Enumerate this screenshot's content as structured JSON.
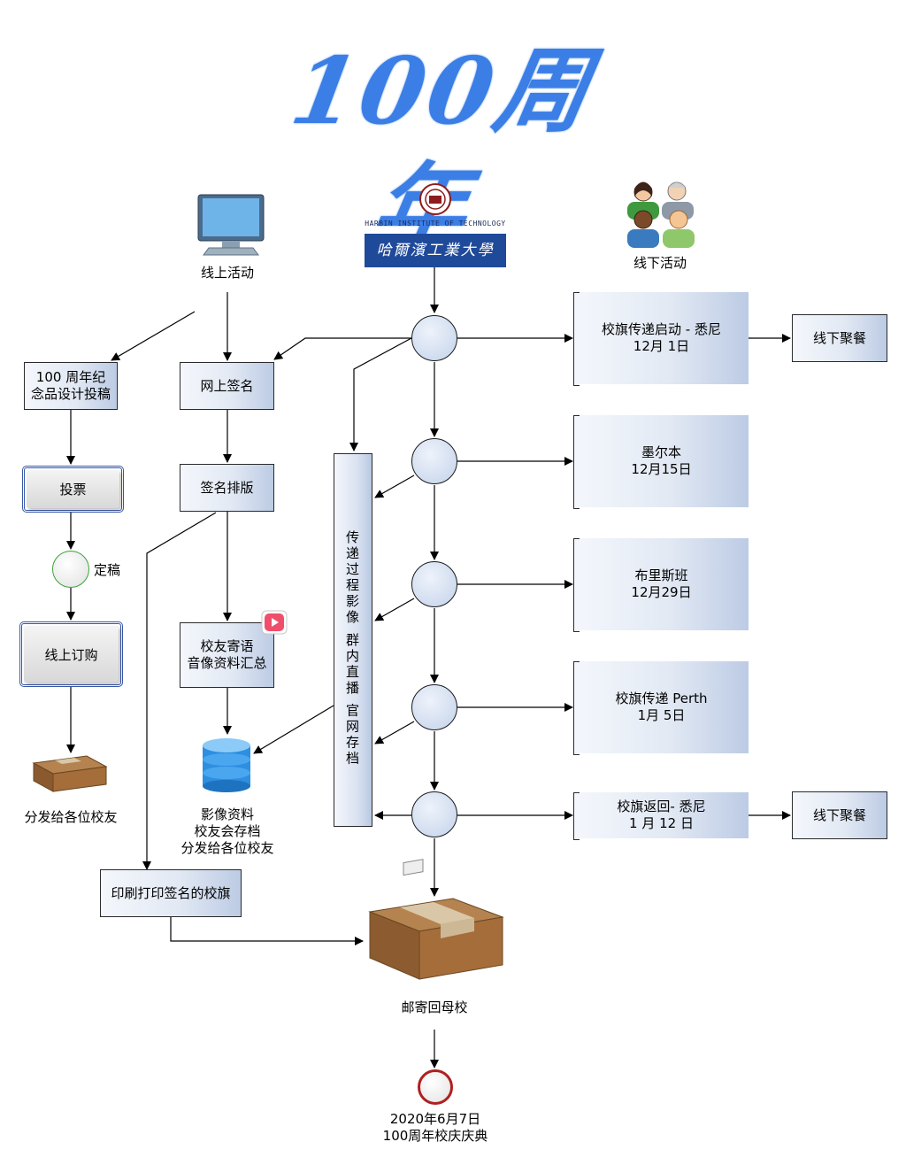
{
  "title": "100周年",
  "logo": {
    "english": "HARBIN INSTITUTE OF TECHNOLOGY",
    "chinese": "哈爾濱工業大學"
  },
  "online": {
    "label": "线上活动",
    "design_box": "100 周年纪念品设计投稿",
    "vote": "投票",
    "finalize": "定稿",
    "order": "线上订购",
    "distribute": "分发给各位校友",
    "sign_online": "网上签名",
    "sign_layout": "签名排版",
    "messages": "校友寄语\n音像资料汇总",
    "media_archive": "影像资料\n校友会存档\n分发给各位校友",
    "print_flag": "印刷打印签名的校旗"
  },
  "offline": {
    "label": "线下活动",
    "relay_vertical": "传递过程影像 群内直播 官网存档",
    "stops": [
      {
        "text": "校旗传递启动 - 悉尼\n12月 1日"
      },
      {
        "text": "墨尔本\n12月15日"
      },
      {
        "text": "布里斯班\n12月29日"
      },
      {
        "text": "校旗传递 Perth\n1月 5日"
      },
      {
        "text": "校旗返回- 悉尼\n1 月 12 日"
      }
    ],
    "dinner": "线下聚餐",
    "mail_back": "邮寄回母校",
    "celebration": "2020年6月7日\n100周年校庆庆典"
  },
  "colors": {
    "title_blue": "#3b7ee6",
    "box_gradient_end": "#bccbe4",
    "logo_blue": "#1f4a9a",
    "start_green": "#3aa33a",
    "end_red": "#b02020"
  }
}
